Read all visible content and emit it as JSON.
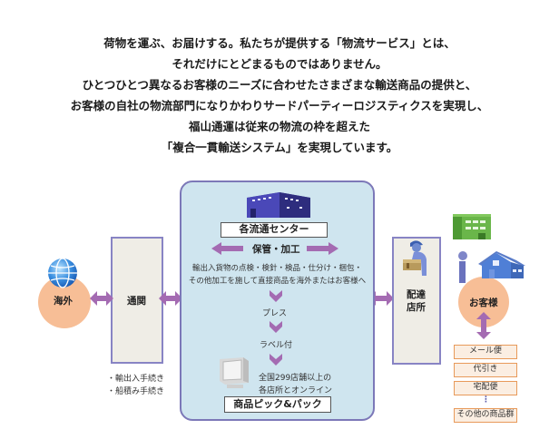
{
  "intro": {
    "lines": [
      "荷物を運ぶ、お届けする。私たちが提供する「物流サービス」とは、",
      "それだけにとどまるものではありません。",
      "ひとつひとつ異なるお客様のニーズに合わせたさまざまな輸送商品の提供と、",
      "お客様の自社の物流部門になりかわりサードパーティーロジスティクスを実現し、",
      "福山通運は従来の物流の枠を超えた",
      "「複合一貫輸送システム」を実現しています。"
    ]
  },
  "diagram": {
    "overseas": {
      "label": "海外",
      "icon": "globe-icon"
    },
    "customs": {
      "label": "通関",
      "notes": [
        "・輸出入手続き",
        "・船積み手続き"
      ]
    },
    "center": {
      "icon": "warehouse-icon",
      "title": "各流通センター",
      "storage_label": "保管・加工",
      "process_lines": [
        "輸出入貨物の点検・検針・検品・仕分け・梱包・",
        "その他加工を施して直接商品を海外またはお客様へ"
      ],
      "steps": [
        "プレス",
        "ラベル付"
      ],
      "online_lines": [
        "全国299店舗以上の",
        "各店所とオンライン"
      ],
      "monitor_icon": "computer-monitor-icon",
      "bottom_title": "商品ピック&パック"
    },
    "delivery": {
      "label_lines": [
        "配達",
        "店所"
      ],
      "icon": "delivery-person-icon"
    },
    "customer": {
      "label": "お客様",
      "icons": [
        "office-building-icon",
        "person-icon",
        "house-icon"
      ],
      "services": [
        "メール便",
        "代引き",
        "宅配便",
        "その他の商品群"
      ],
      "ellipsis": "⋮"
    },
    "colors": {
      "arrow": "#a46bb2",
      "center_bg": "#cfe5ef",
      "center_border": "#7c78b8",
      "side_bg": "#efede6",
      "circle": "#f7be96",
      "service_border": "#e89a5a"
    }
  }
}
